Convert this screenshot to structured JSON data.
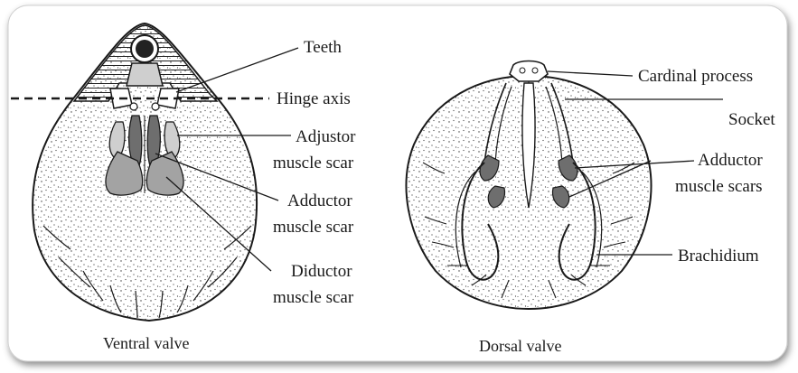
{
  "ventral": {
    "caption": "Ventral valve",
    "labels": {
      "teeth": "Teeth",
      "hinge_axis": "Hinge axis",
      "adjustor_1": "Adjustor",
      "adjustor_2": "muscle scar",
      "adductor_1": "Adductor",
      "adductor_2": "muscle scar",
      "diductor_1": "Diductor",
      "diductor_2": "muscle scar"
    }
  },
  "dorsal": {
    "caption": "Dorsal valve",
    "labels": {
      "cardinal_process": "Cardinal process",
      "socket": "Socket",
      "adductor_1": "Adductor",
      "adductor_2": "muscle scars",
      "brachidium": "Brachidium"
    }
  },
  "colors": {
    "line": "#1a1a1a",
    "scar_dark": "#6e6e6e",
    "scar_mid": "#a3a3a3",
    "scar_light": "#cfcfcf",
    "frame_shadow": "#9a9a9a"
  }
}
